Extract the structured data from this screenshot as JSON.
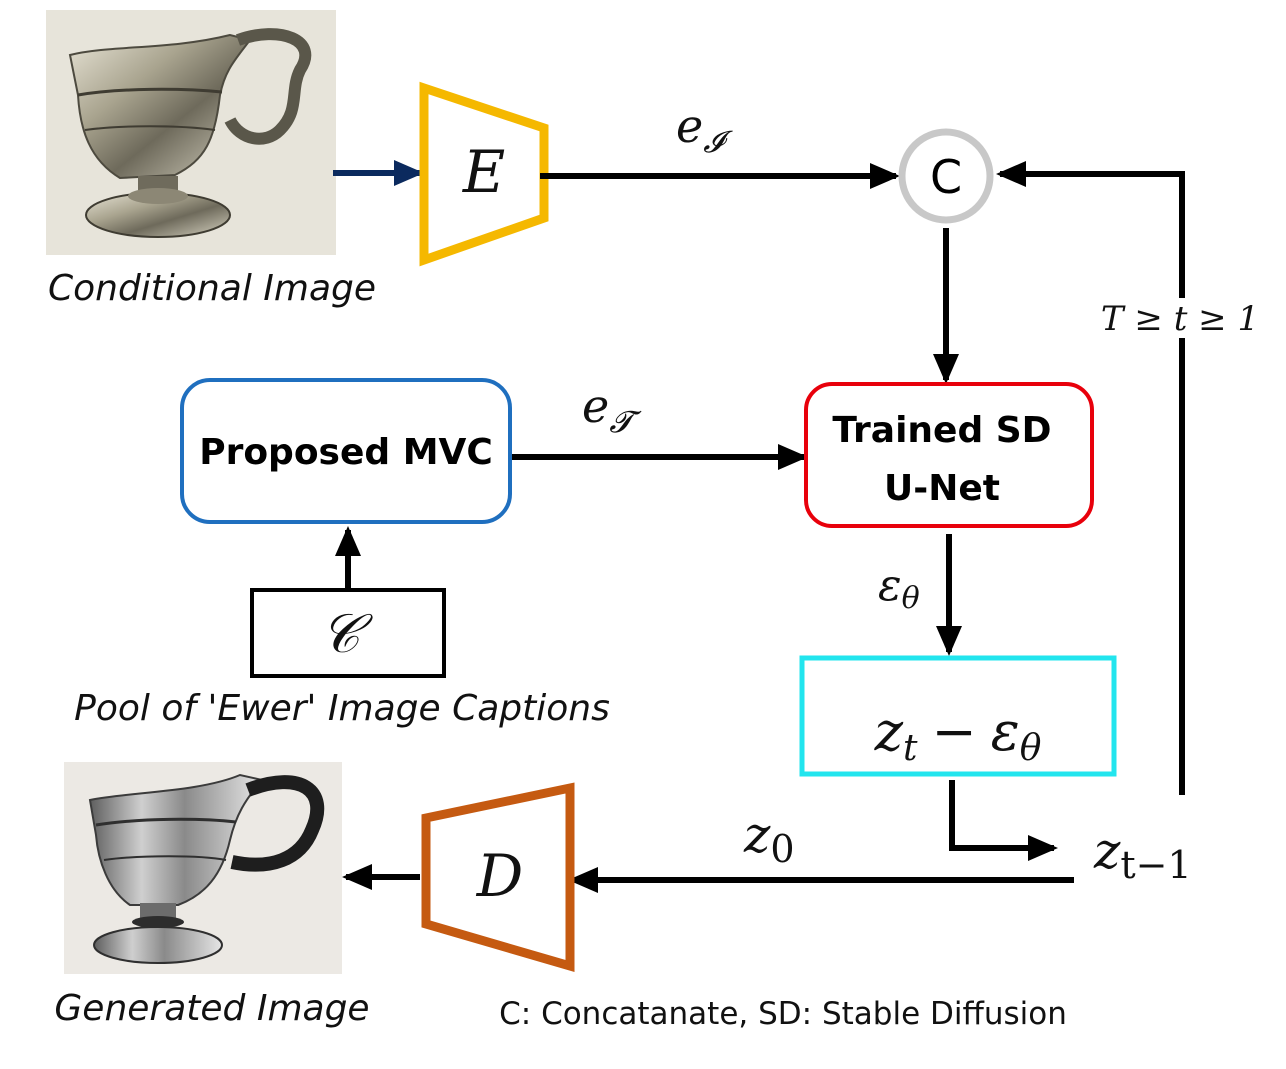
{
  "captions": {
    "conditional_image": "Conditional Image",
    "pool_captions": "Pool of 'Ewer' Image Captions",
    "generated_image": "Generated Image",
    "legend": "C: Concatanate, SD: Stable Diffusion"
  },
  "blocks": {
    "encoder": "E",
    "decoder": "D",
    "concat": "C",
    "mvc": "Proposed MVC",
    "unet_line1": "Trained SD",
    "unet_line2": "U-Net",
    "caption_pool": "𝒞",
    "latent_update": {
      "z": "z",
      "t": "t",
      "minus": "−",
      "eps": "ε",
      "theta": "θ"
    }
  },
  "edge_labels": {
    "e_image": {
      "e": "e",
      "sub": "𝓘"
    },
    "e_text": {
      "e": "e",
      "sub": "𝓣"
    },
    "eps_theta": {
      "eps": "ε",
      "theta": "θ"
    },
    "z0": {
      "z": "z",
      "sub": "0"
    },
    "z_t_minus_1": {
      "z": "z",
      "sub": "t−1"
    },
    "timestep_range": "T ≥ t ≥ 1"
  },
  "colors": {
    "encoder": "#f5b800",
    "decoder": "#c55a11",
    "mvc": "#1f6fbf",
    "unet": "#e8000b",
    "latent": "#22e5ee",
    "concat": "#c8c8c8",
    "input_arrow": "#0b2a5e"
  }
}
